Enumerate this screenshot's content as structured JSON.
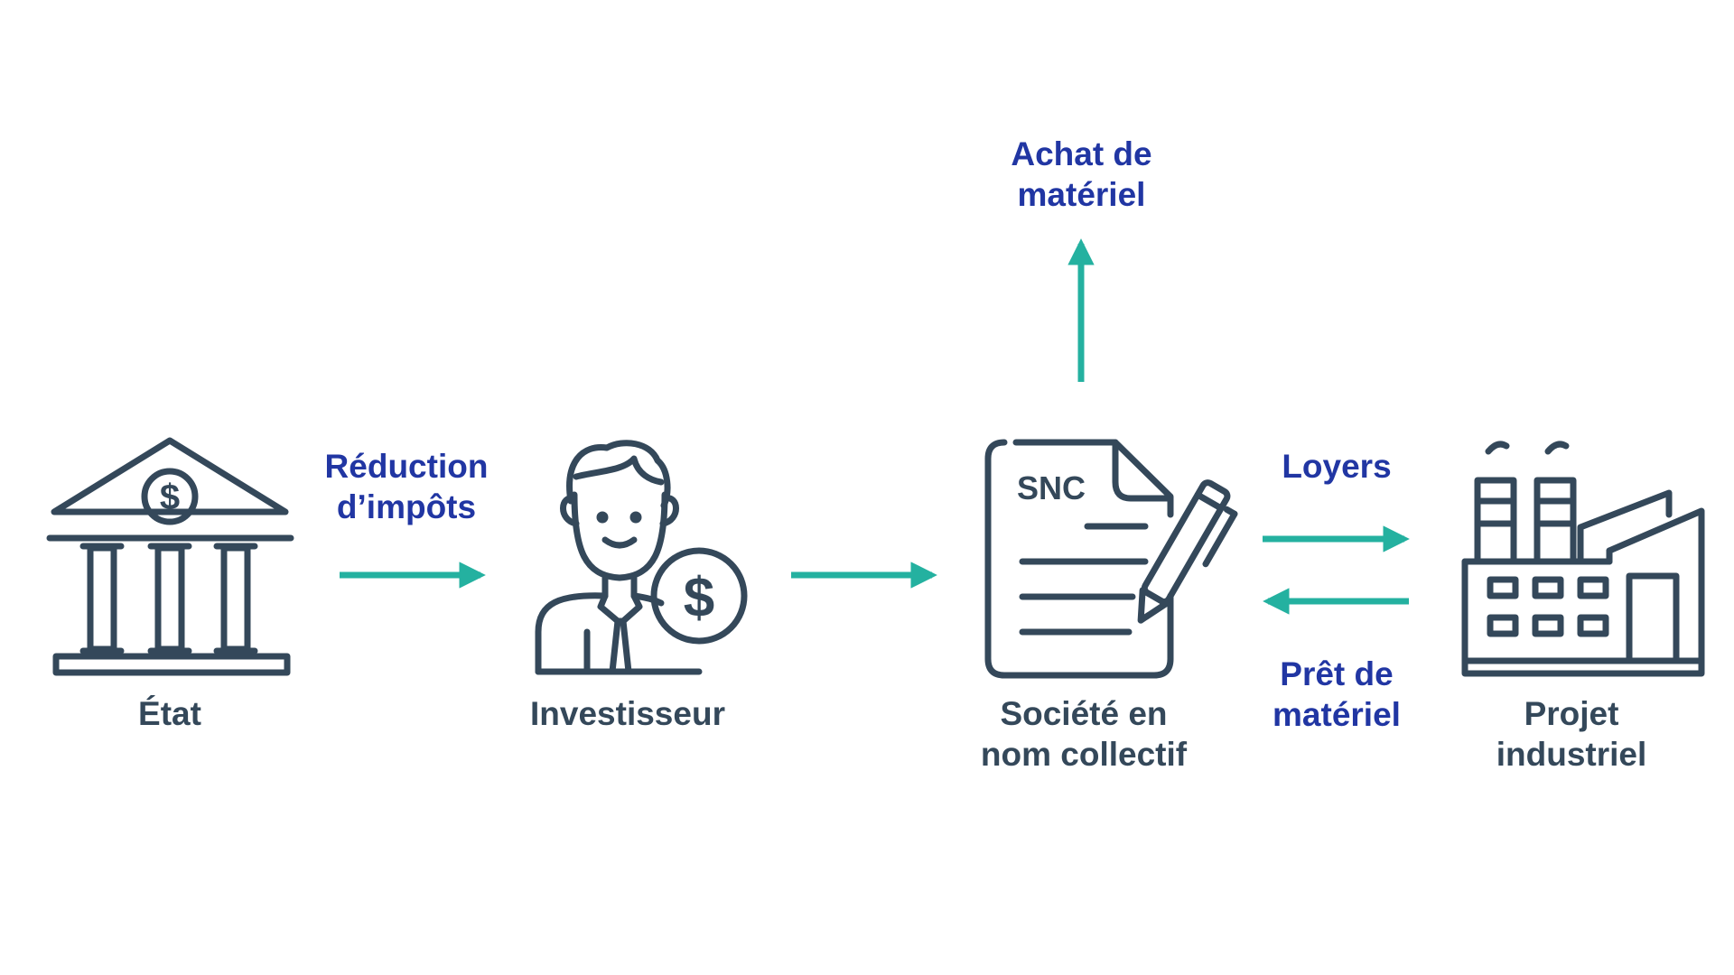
{
  "colors": {
    "icon_stroke": "#34485a",
    "node_text": "#34485a",
    "flow_text": "#2136a3",
    "arrow": "#24b1a0"
  },
  "nodes": {
    "etat": {
      "label": "État",
      "icon": "bank-icon"
    },
    "investisseur": {
      "label": "Investisseur",
      "icon": "investor-icon"
    },
    "snc": {
      "label": "Société en\nnom collectif",
      "icon": "contract-document-icon",
      "doc_text": "SNC"
    },
    "projet": {
      "label": "Projet\nindustriel",
      "icon": "factory-icon"
    }
  },
  "flows": {
    "reduction": {
      "label": "Réduction\nd’impôts"
    },
    "achat": {
      "label": "Achat de\nmatériel"
    },
    "loyers": {
      "label": "Loyers"
    },
    "pret": {
      "label": "Prêt de\nmatériel"
    }
  }
}
